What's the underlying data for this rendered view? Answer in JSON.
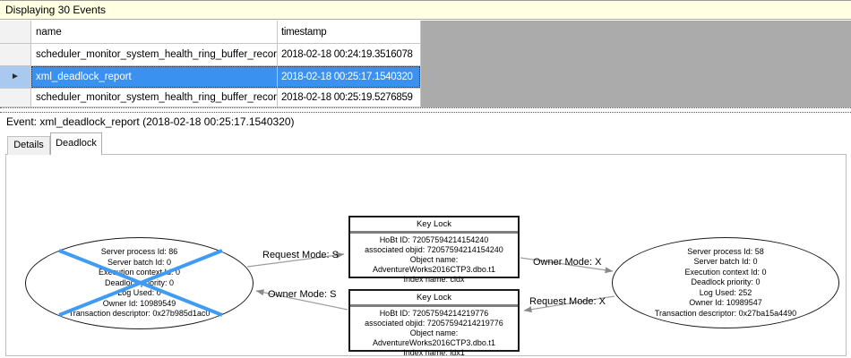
{
  "info_bar": {
    "text": "Displaying 30 Events"
  },
  "events_table": {
    "columns": [
      "name",
      "timestamp"
    ],
    "rows": [
      {
        "name": "scheduler_monitor_system_health_ring_buffer_recorded",
        "timestamp": "2018-02-18 00:24:19.3516078",
        "selected": false
      },
      {
        "name": "xml_deadlock_report",
        "timestamp": "2018-02-18 00:25:17.1540320",
        "selected": true
      },
      {
        "name": "scheduler_monitor_system_health_ring_buffer_recorded",
        "timestamp": "2018-02-18 00:25:19.5276859",
        "selected": false
      }
    ]
  },
  "event_bar": {
    "label": "Event: xml_deadlock_report (2018-02-18 00:25:17.1540320)"
  },
  "tabs": [
    {
      "label": "Details",
      "active": false
    },
    {
      "label": "Deadlock",
      "active": true
    }
  ],
  "deadlock_graph": {
    "process_left": {
      "victim": true,
      "lines": [
        "Server process Id: 86",
        "Server batch Id: 0",
        "Execution context Id: 0",
        "Deadlock priority: 0",
        "Log Used: 0",
        "Owner Id: 10989549",
        "Transaction descriptor: 0x27b985d1ac0"
      ]
    },
    "process_right": {
      "victim": false,
      "lines": [
        "Server process Id: 58",
        "Server batch Id: 0",
        "Execution context Id: 0",
        "Deadlock priority: 0",
        "Log Used: 252",
        "Owner Id: 10989547",
        "Transaction descriptor: 0x27ba15a4490"
      ]
    },
    "resource_top": {
      "title": "Key Lock",
      "lines": [
        "HoBt ID: 72057594214154240",
        "associated objid: 72057594214154240",
        "Object name: AdventureWorks2016CTP3.dbo.t1",
        "Index name: cidx"
      ]
    },
    "resource_bottom": {
      "title": "Key Lock",
      "lines": [
        "HoBt ID: 72057594214219776",
        "associated objid: 72057594214219776",
        "Object name: AdventureWorks2016CTP3.dbo.t1",
        "Index name: idx1"
      ]
    },
    "edge_labels": {
      "request_s": "Request Mode: S",
      "owner_s": "Owner Mode: S",
      "owner_x": "Owner Mode: X",
      "request_x": "Request Mode: X"
    }
  },
  "icons": {
    "row_selector_arrow": "►"
  },
  "colors": {
    "info_bar_bg": "#FFFFE1",
    "selection_bg": "#3A91EF",
    "selection_selector_bg": "#A9C9F1",
    "empty_area_gray": "#ABABAB",
    "victim_cross_blue": "#3F9BF5",
    "edge_line_gray": "#9E9E9E"
  }
}
